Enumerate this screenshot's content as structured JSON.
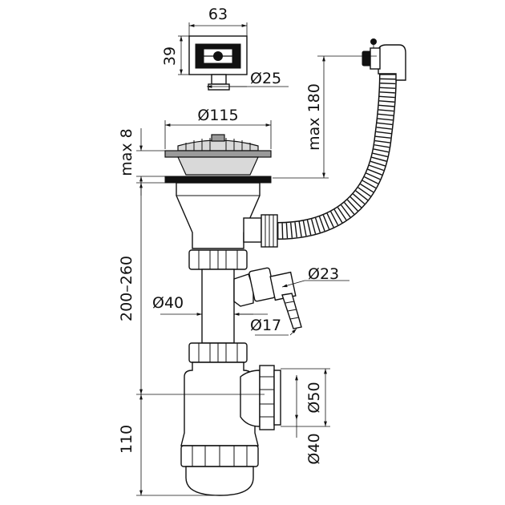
{
  "dimensions": {
    "outlet_width": "63",
    "outlet_height": "39",
    "outlet_diameter": "Ø25",
    "strainer_diameter": "Ø115",
    "hose_height": "max 180",
    "flange_height": "max 8",
    "trap_height": "200–260",
    "tube_diameter": "Ø40",
    "side_inlet_large": "Ø23",
    "side_inlet_small": "Ø17",
    "outlet_diameter_50": "Ø50",
    "outlet_diameter_40": "Ø40",
    "bottom_height": "110"
  },
  "colors": {
    "line": "#111111",
    "metal": "#9a9a9a",
    "metal_light": "#d9d9d9",
    "background": "#ffffff"
  }
}
